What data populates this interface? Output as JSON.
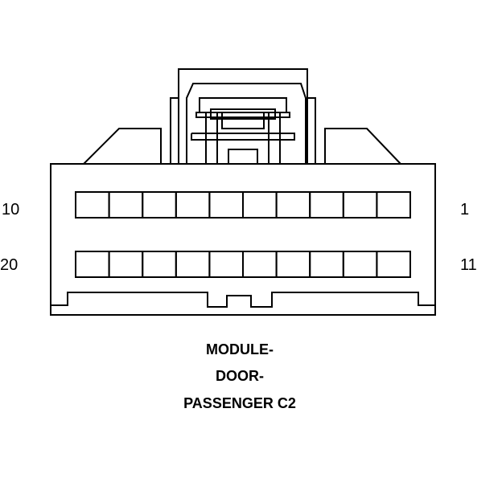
{
  "connector": {
    "pin_labels": {
      "top_left": "10",
      "top_right": "1",
      "bottom_left": "20",
      "bottom_right": "11"
    },
    "caption": [
      "MODULE-",
      "DOOR-",
      "PASSENGER C2"
    ],
    "cavities_per_row": 10,
    "row_count": 2
  },
  "colors": {
    "line": "#000000",
    "background": "#ffffff"
  }
}
